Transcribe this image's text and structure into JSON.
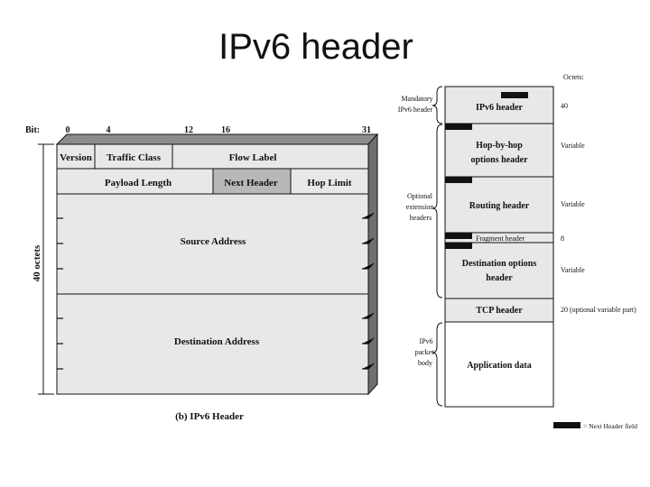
{
  "title": "IPv6 header",
  "left_diagram": {
    "bit_label": "Bit:",
    "bits": [
      "0",
      "4",
      "12",
      "16",
      "31"
    ],
    "fields": {
      "version": "Version",
      "traffic_class": "Traffic Class",
      "flow_label": "Flow Label",
      "payload_length": "Payload Length",
      "next_header": "Next Header",
      "hop_limit": "Hop Limit",
      "source_address": "Source Address",
      "destination_address": "Destination Address"
    },
    "octets_label": "40 octets",
    "caption": "(b) IPv6 Header",
    "next_header_fill": "#b8b8b8",
    "field_fill": "#e8e8e8"
  },
  "right_diagram": {
    "octets_heading": "Octets:",
    "groups": {
      "mandatory": [
        "Mandatory",
        "IPv6 header"
      ],
      "optional": [
        "Optional",
        "extension",
        "headers"
      ],
      "body": [
        "IPv6",
        "packet",
        "body"
      ]
    },
    "blocks": {
      "ipv6_header": "IPv6 header",
      "hop_by_hop": [
        "Hop-by-hop",
        "options header"
      ],
      "routing": "Routing header",
      "fragment": "Fragment header",
      "destination": [
        "Destination options",
        "header"
      ],
      "tcp": "TCP header",
      "application": "Application data"
    },
    "octets": {
      "ipv6_header": "40",
      "hop_by_hop": "Variable",
      "routing": "Variable",
      "fragment": "8",
      "destination": "Variable",
      "tcp": "20 (optional variable part)"
    },
    "legend": "= Next Header field"
  }
}
